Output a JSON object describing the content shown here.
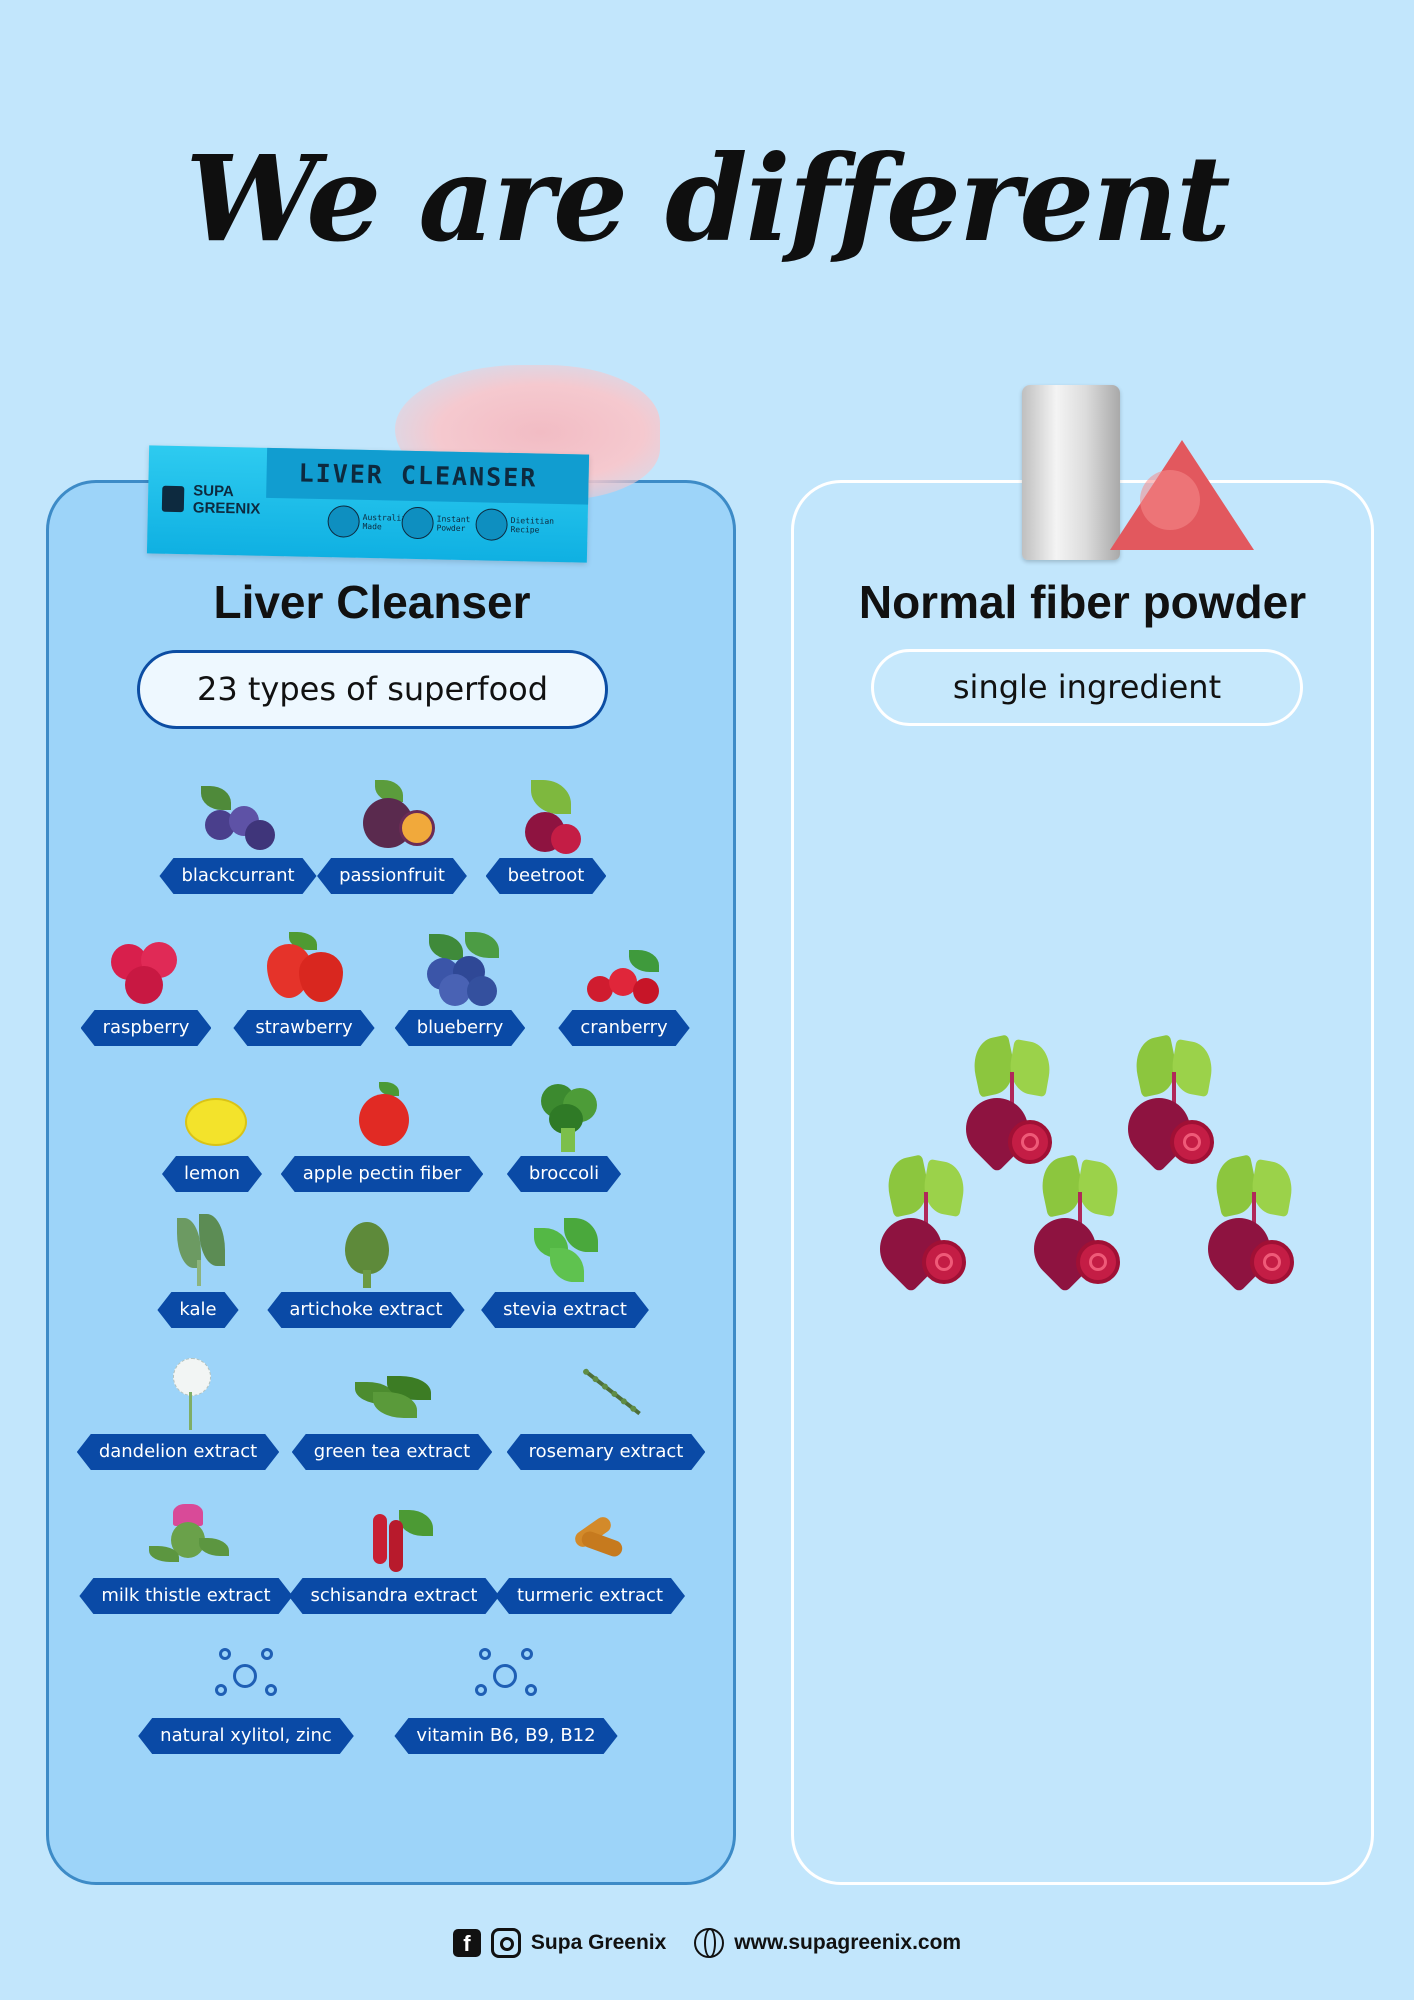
{
  "title": "We are different",
  "left": {
    "heading": "Liver Cleanser",
    "pill": "23 types of superfood",
    "sachet": {
      "brand": "SUPA GREENIX",
      "product": "LIVER CLEANSER",
      "features": [
        "Australian Made",
        "Instant Powder",
        "Dietitian Recipe"
      ]
    },
    "ingredients": [
      {
        "label": "blackcurrant",
        "icon": "blackcurrant-icon"
      },
      {
        "label": "passionfruit",
        "icon": "passionfruit-icon"
      },
      {
        "label": "beetroot",
        "icon": "beetroot-icon"
      },
      {
        "label": "raspberry",
        "icon": "raspberry-icon"
      },
      {
        "label": "strawberry",
        "icon": "strawberry-icon"
      },
      {
        "label": "blueberry",
        "icon": "blueberry-icon"
      },
      {
        "label": "cranberry",
        "icon": "cranberry-icon"
      },
      {
        "label": "lemon",
        "icon": "lemon-icon"
      },
      {
        "label": "apple pectin fiber",
        "icon": "apple-icon"
      },
      {
        "label": "broccoli",
        "icon": "broccoli-icon"
      },
      {
        "label": "kale",
        "icon": "kale-icon"
      },
      {
        "label": "artichoke extract",
        "icon": "artichoke-icon"
      },
      {
        "label": "stevia extract",
        "icon": "stevia-icon"
      },
      {
        "label": "dandelion extract",
        "icon": "dandelion-icon"
      },
      {
        "label": "green tea extract",
        "icon": "green-tea-icon"
      },
      {
        "label": "rosemary extract",
        "icon": "rosemary-icon"
      },
      {
        "label": "milk thistle extract",
        "icon": "milk-thistle-icon"
      },
      {
        "label": "schisandra extract",
        "icon": "schisandra-icon"
      },
      {
        "label": "turmeric extract",
        "icon": "turmeric-icon"
      },
      {
        "label": "natural xylitol, zinc",
        "icon": "molecule-icon"
      },
      {
        "label": "vitamin B6, B9, B12",
        "icon": "molecule-icon"
      }
    ]
  },
  "right": {
    "heading": "Normal fiber powder",
    "pill": "single ingredient"
  },
  "footer": {
    "social": "Supa Greenix",
    "website": "www.supagreenix.com"
  },
  "colors": {
    "background": "#c2e6fc",
    "left_panel": "#9dd4f9",
    "tag": "#0a4aa6",
    "pill_border": "#0c4da3"
  }
}
